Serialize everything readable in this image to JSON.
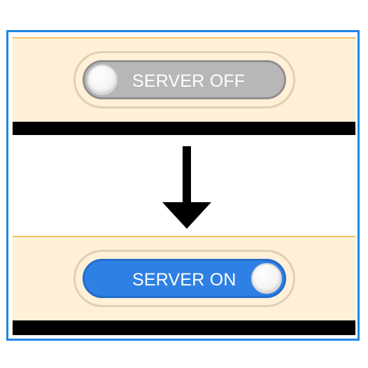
{
  "toggles": [
    {
      "state": "off",
      "label": "SERVER OFF",
      "track_color": "#b7b7b7",
      "knob_color": "#f4f4f4"
    },
    {
      "state": "on",
      "label": "SERVER ON",
      "track_color": "#2f80e4",
      "knob_color": "#f4f4f4"
    }
  ],
  "colors": {
    "frame_border": "#1e86e7",
    "panel_background": "#fff0d7",
    "panel_top_border": "#f1c35f",
    "bar": "#000000",
    "arrow": "#000000"
  },
  "icons": {
    "transition_arrow": "down-arrow-icon"
  }
}
